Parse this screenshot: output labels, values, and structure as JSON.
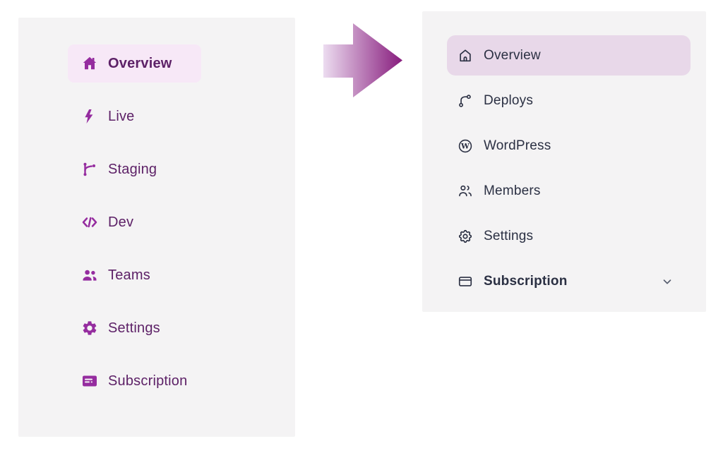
{
  "comparison": {
    "before": {
      "name": "old-sidebar",
      "panel_bg": "#f4f3f4",
      "active_bg": "#f7e8f7",
      "text_color": "#5d2167",
      "icon_color": "#952c9f",
      "items": [
        {
          "label": "Overview",
          "icon": "home-icon",
          "active": true
        },
        {
          "label": "Live",
          "icon": "bolt-icon",
          "active": false
        },
        {
          "label": "Staging",
          "icon": "git-branch-icon",
          "active": false
        },
        {
          "label": "Dev",
          "icon": "code-icon",
          "active": false
        },
        {
          "label": "Teams",
          "icon": "people-icon",
          "active": false
        },
        {
          "label": "Settings",
          "icon": "gear-icon",
          "active": false
        },
        {
          "label": "Subscription",
          "icon": "credit-card-icon",
          "active": false
        }
      ]
    },
    "arrow": {
      "from_color": "#ecdcf0",
      "to_color": "#871c7d"
    },
    "after": {
      "name": "new-sidebar",
      "panel_bg": "#f4f3f4",
      "active_bg": "#e8d8e9",
      "text_color": "#2b3043",
      "icon_color": "#2b3043",
      "items": [
        {
          "label": "Overview",
          "icon": "home-outline-icon",
          "active": true
        },
        {
          "label": "Deploys",
          "icon": "git-branch-outline-icon",
          "active": false
        },
        {
          "label": "WordPress",
          "icon": "wordpress-icon",
          "active": false
        },
        {
          "label": "Members",
          "icon": "members-outline-icon",
          "active": false
        },
        {
          "label": "Settings",
          "icon": "gear-outline-icon",
          "active": false
        },
        {
          "label": "Subscription",
          "icon": "credit-card-outline-icon",
          "active": false,
          "has_chevron": true
        }
      ]
    }
  }
}
